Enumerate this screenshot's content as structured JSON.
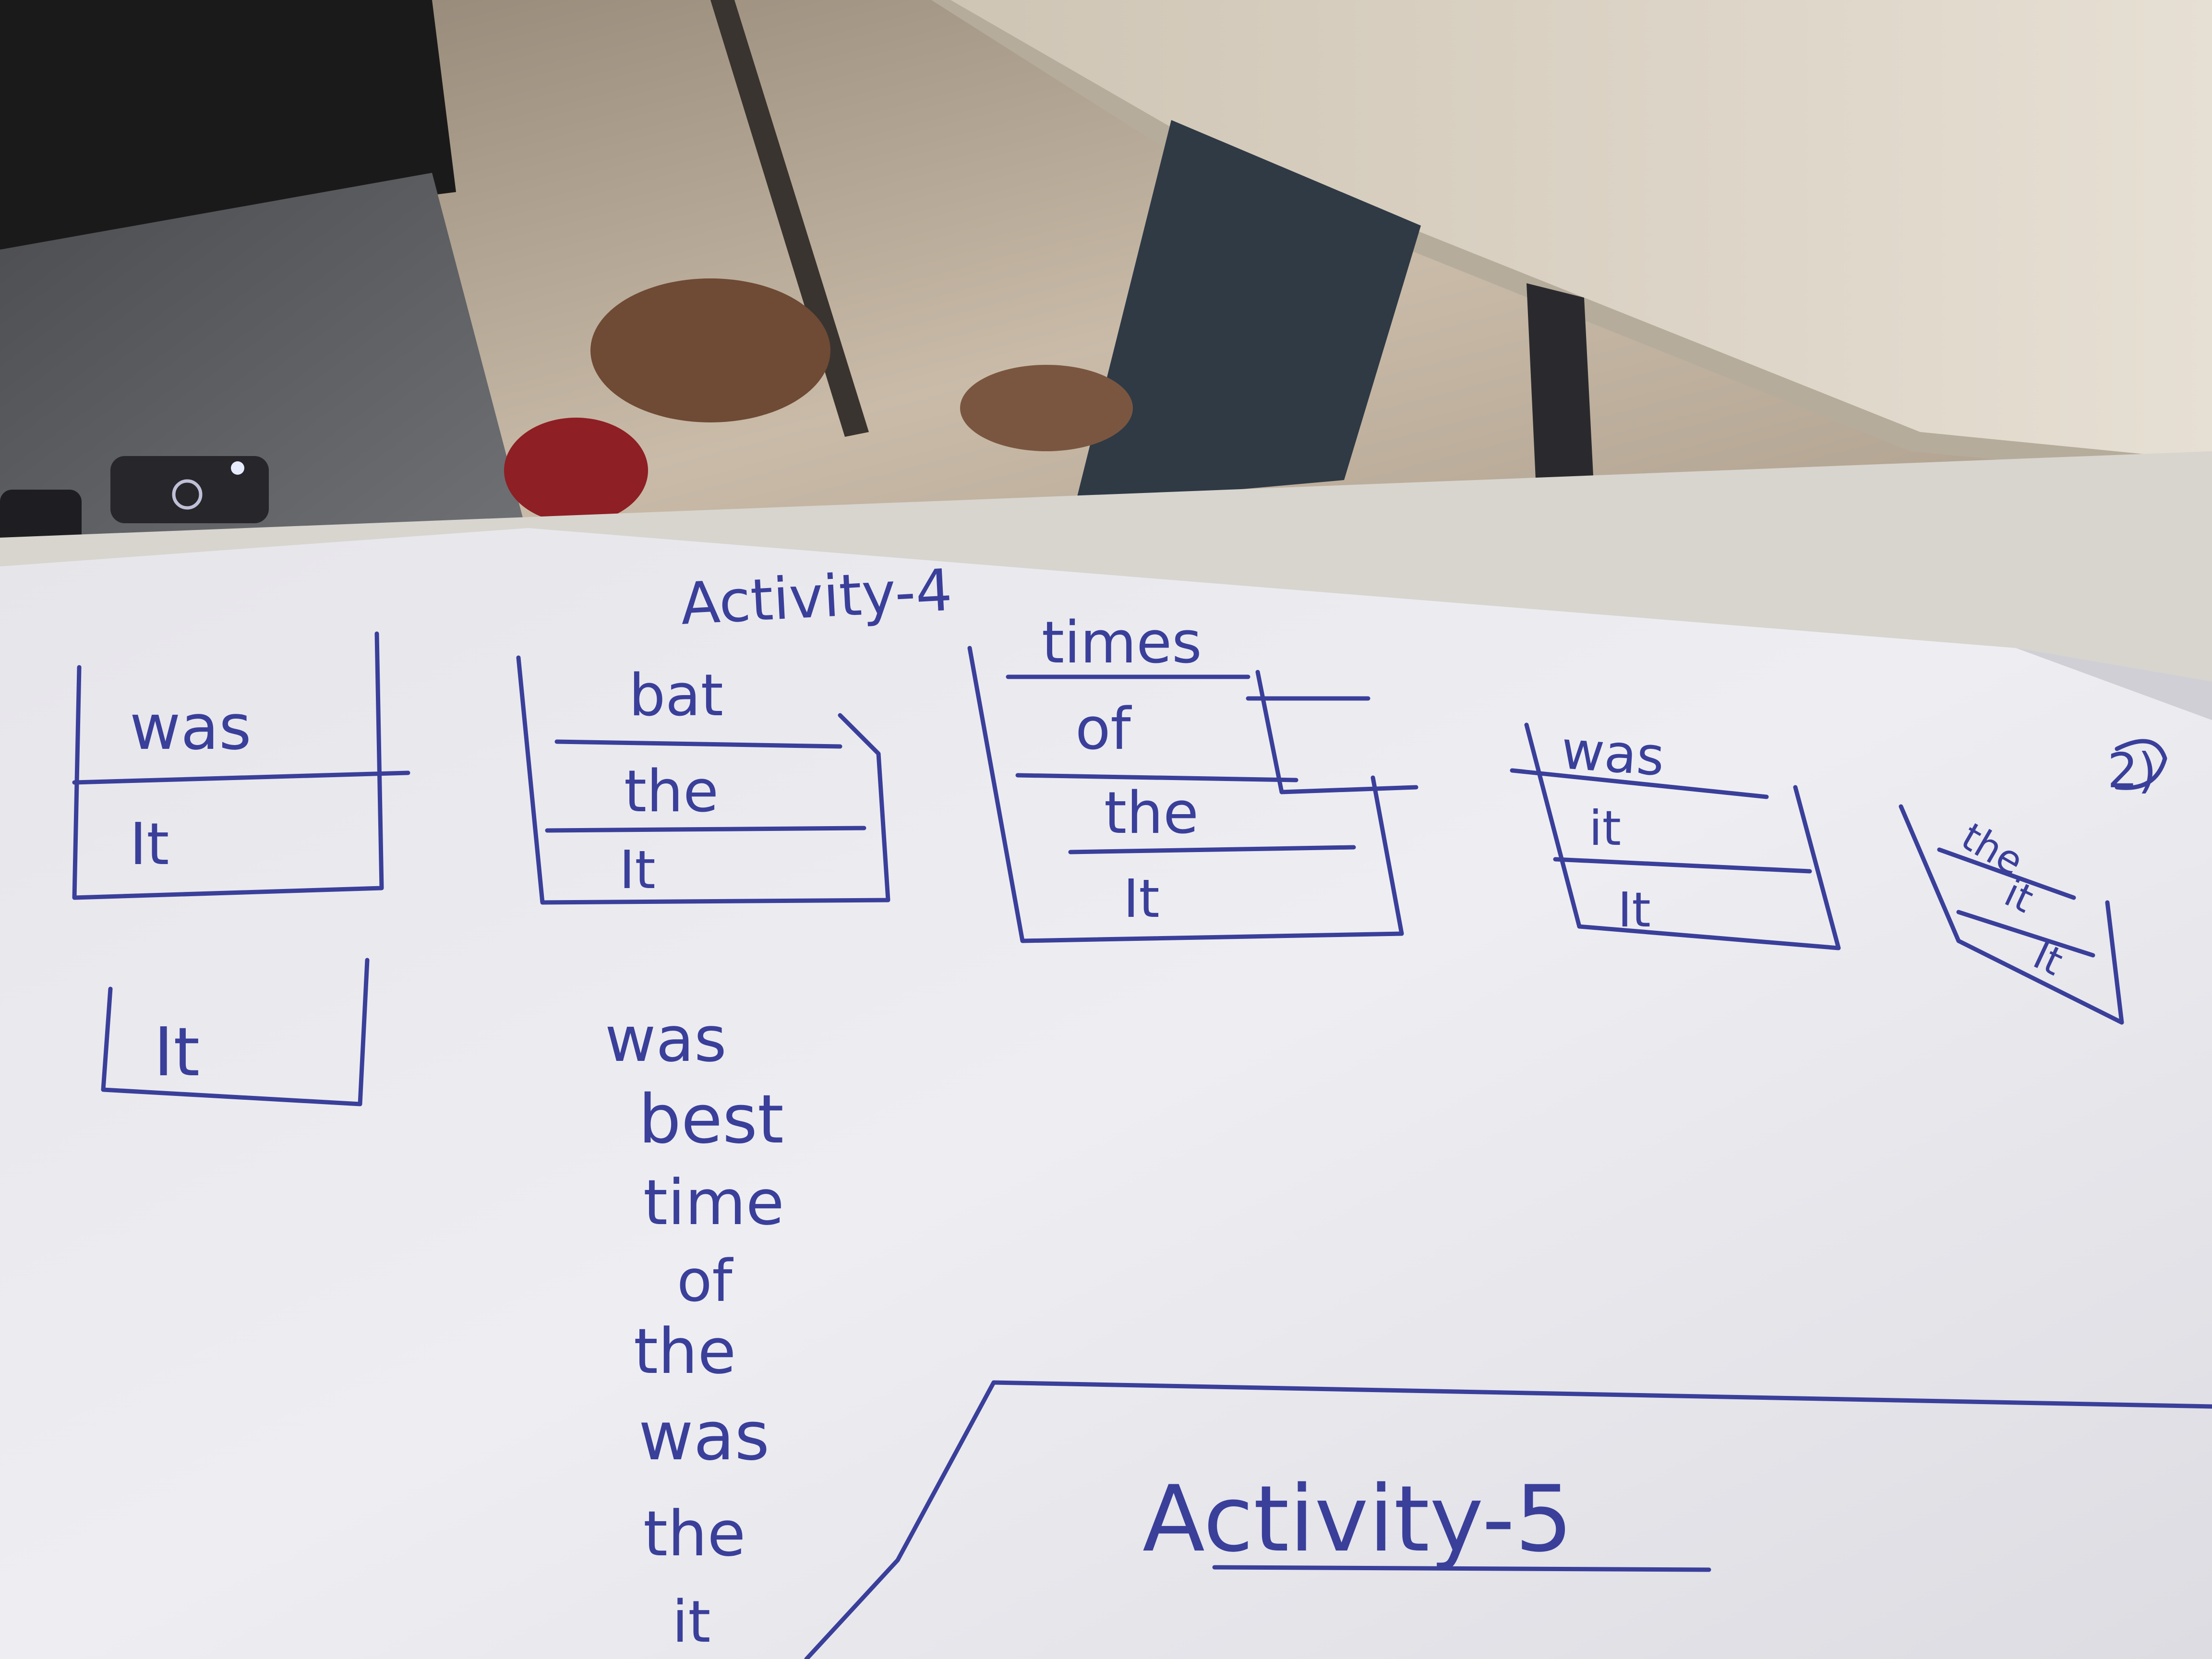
{
  "scene": {
    "heading_top": "Activity-4",
    "heading_bottom": "Activity-5",
    "circled_number": "2)",
    "stack_1": {
      "top": "was",
      "bottom": "It"
    },
    "stack_2": {
      "top": "bat",
      "middle": "the",
      "bottom": "It"
    },
    "stack_3": {
      "top": "times",
      "upper": "of",
      "middle": "the",
      "bottom": "It"
    },
    "stack_4": {
      "top": "was",
      "middle": "it",
      "bottom": "It"
    },
    "stack_5": {
      "top": "the",
      "middle": "it",
      "bottom": "It"
    },
    "single_box": "It",
    "word_column": [
      "was",
      "best",
      "time",
      "of",
      "the",
      "was",
      "the",
      "it"
    ],
    "colors": {
      "ink": "#3a3f9a",
      "paper": "#e9e9ee",
      "floor": "#b7aa98",
      "laptop": "#5d5f64"
    }
  }
}
